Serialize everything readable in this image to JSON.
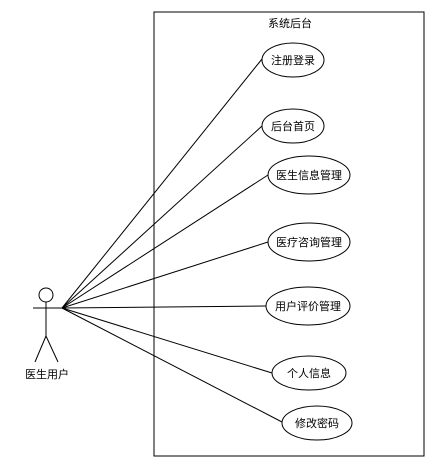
{
  "system": {
    "title": "系统后台"
  },
  "actor": {
    "label": "医生用户"
  },
  "use_cases": [
    {
      "id": "register-login",
      "label": "注册登录"
    },
    {
      "id": "backend-home",
      "label": "后台首页"
    },
    {
      "id": "doctor-info-management",
      "label": "医生信息管理"
    },
    {
      "id": "medical-consultation-management",
      "label": "医疗咨询管理"
    },
    {
      "id": "user-review-management",
      "label": "用户评价管理"
    },
    {
      "id": "personal-info",
      "label": "个人信息"
    },
    {
      "id": "change-password",
      "label": "修改密码"
    }
  ],
  "colors": {
    "stroke": "#000000",
    "background": "#ffffff"
  }
}
